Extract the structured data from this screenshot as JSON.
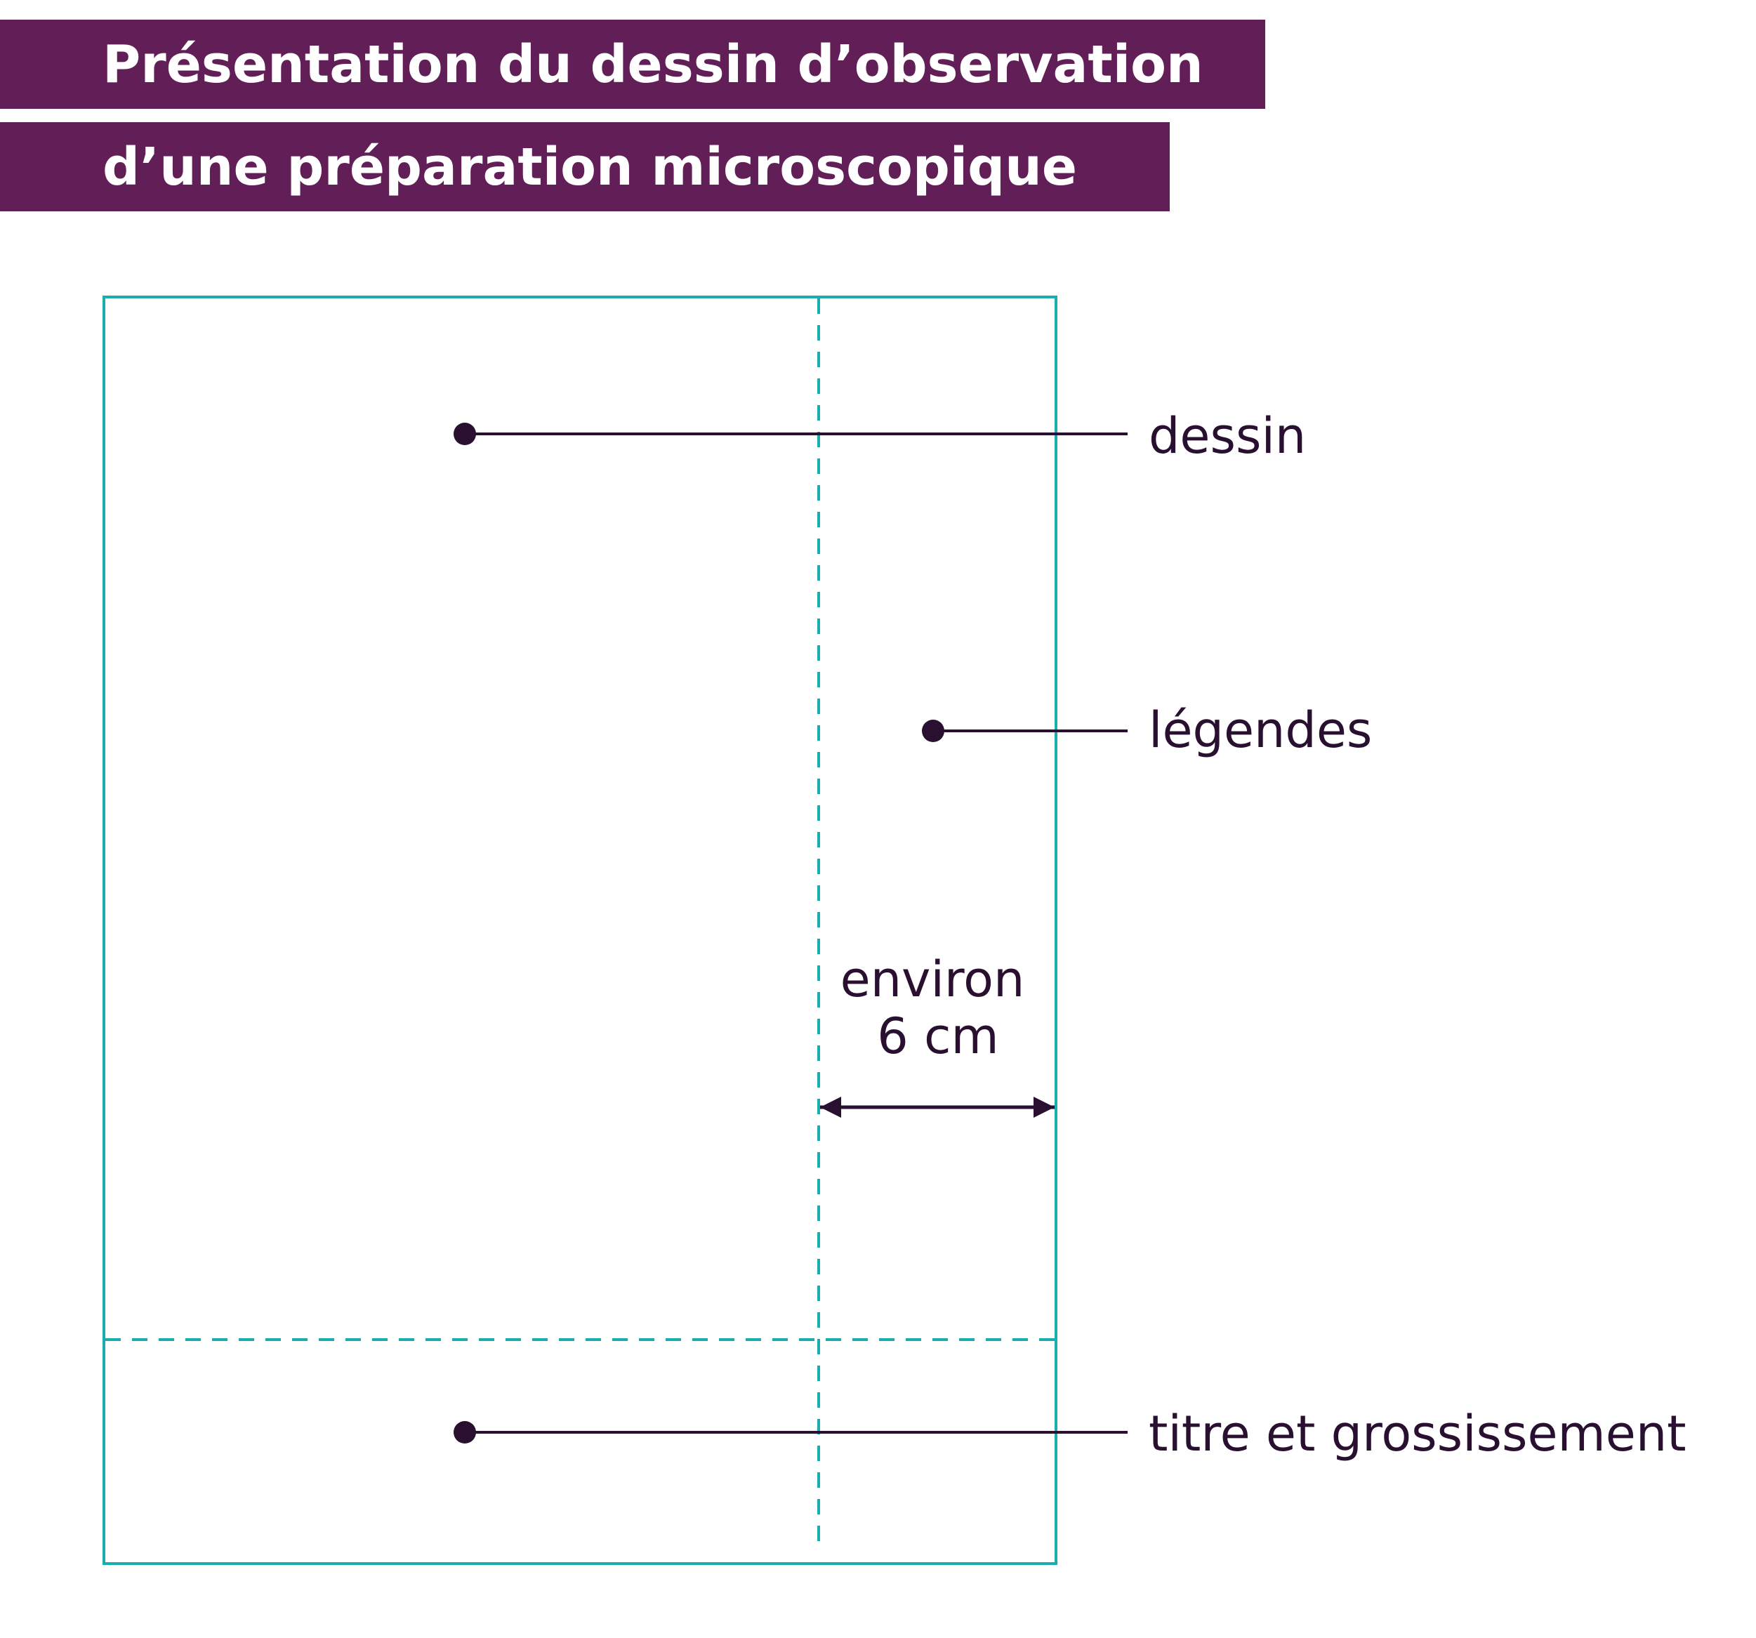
{
  "title": {
    "line1": "Présentation du dessin d’observation",
    "line2": "d’une préparation microscopique"
  },
  "labels": {
    "drawing": "dessin",
    "legends": "légendes",
    "title_magnification": "titre et grossissement"
  },
  "dimension": {
    "line1": "environ",
    "line2": "6 cm"
  },
  "colors": {
    "title_background": "#621e57",
    "frame_stroke": "#1aadb0",
    "ink": "#2a1030"
  }
}
